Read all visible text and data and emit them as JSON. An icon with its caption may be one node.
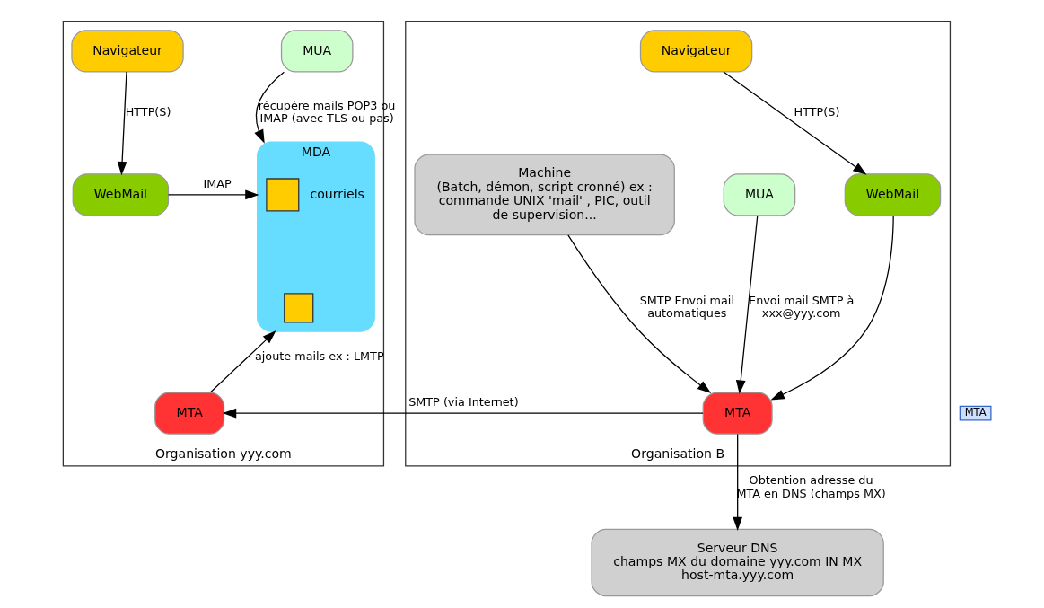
{
  "diagram": {
    "nodes": [
      {
        "text": [
          "Organisation yyy.com"
        ]
      },
      {
        "text": [
          "Navigateur"
        ],
        "in": 0
      },
      {
        "text": [
          "MUA"
        ],
        "in": 0
      },
      {
        "text": [
          "WebMail"
        ],
        "in": 0
      },
      {
        "text": [
          "MDA"
        ],
        "in": 0
      },
      {
        "text": [],
        "shape": "box",
        "in": 4,
        "beside": [
          "courriels"
        ]
      },
      {
        "text": [],
        "shape": "box",
        "in": 4
      },
      {
        "text": [
          "MTA"
        ],
        "in": 0
      },
      {
        "text": [
          "Organisation B"
        ]
      },
      {
        "text": [
          "Navigateur"
        ],
        "in": 8
      },
      {
        "text": [
          "MUA"
        ],
        "in": 8
      },
      {
        "text": [
          "WebMail"
        ],
        "in": 8
      },
      {
        "text": [
          "Machine",
          "(Batch, démon, script cronné) ex : commande UNIX 'mail' , PIC, outil de supervision..."
        ],
        "in": 8
      },
      {
        "text": [
          "MTA"
        ],
        "in": 8
      },
      {
        "text": [
          "Serveur DNS",
          "champs MX du domaine yyy.com IN MX host-mta.yyy.com"
        ]
      }
    ],
    "edges": [
      {
        "from": 1,
        "to": 3,
        "arrow": "to",
        "label": "HTTP(S)"
      },
      {
        "from": 3,
        "to": 4,
        "arrow": "to",
        "label": "IMAP"
      },
      {
        "from": 2,
        "to": 4,
        "arrow": "to",
        "label": "récupère mails POP3 ou IMAP (avec TLS ou pas)"
      },
      {
        "from": 7,
        "to": 4,
        "arrow": "to",
        "label": "ajoute mails ex : LMTP"
      },
      {
        "from": 13,
        "to": 7,
        "arrow": "to",
        "label": "SMTP (via Internet)"
      },
      {
        "from": 9,
        "to": 11,
        "arrow": "to",
        "label": "HTTP(S)"
      },
      {
        "from": 10,
        "to": 13,
        "arrow": "to",
        "label": "Envoi mail SMTP à xxx@yyy.com"
      },
      {
        "from": 11,
        "to": 13,
        "arrow": "to"
      },
      {
        "from": 12,
        "to": 13,
        "arrow": "to",
        "label": "SMTP Envoi mail automatiques"
      },
      {
        "from": 13,
        "to": 14,
        "arrow": "to",
        "label": "Obtention adresse du MTA en DNS (champs MX)"
      }
    ],
    "labels": [
      "MTA"
    ]
  }
}
